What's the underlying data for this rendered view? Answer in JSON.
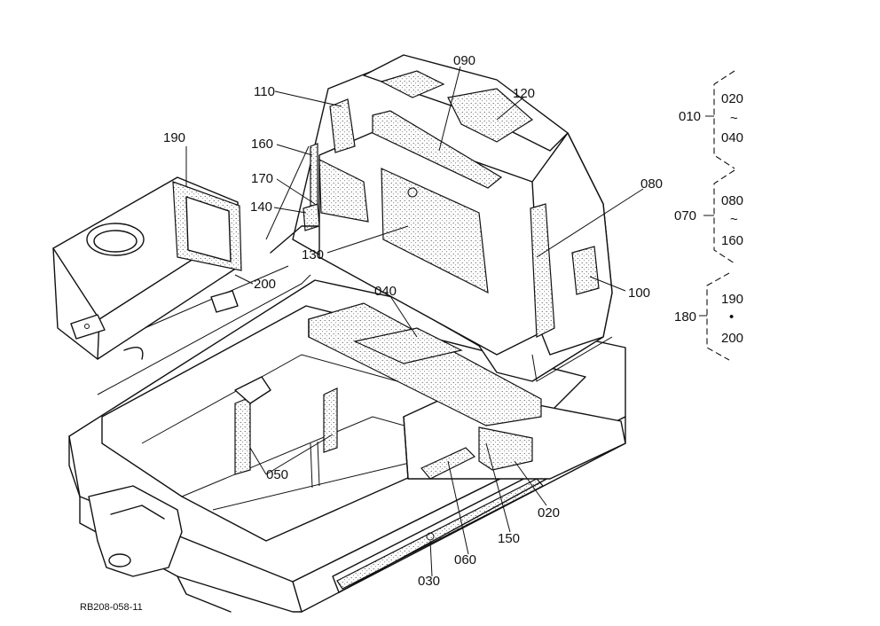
{
  "diagram_code": "RB208-058-11",
  "callouts": [
    {
      "id": "c090",
      "text": "090"
    },
    {
      "id": "c120",
      "text": "120"
    },
    {
      "id": "c110",
      "text": "110"
    },
    {
      "id": "c190",
      "text": "190"
    },
    {
      "id": "c160",
      "text": "160"
    },
    {
      "id": "c170",
      "text": "170"
    },
    {
      "id": "c140",
      "text": "140"
    },
    {
      "id": "c130",
      "text": "130"
    },
    {
      "id": "c080",
      "text": "080"
    },
    {
      "id": "c200",
      "text": "200"
    },
    {
      "id": "c040",
      "text": "040"
    },
    {
      "id": "c100",
      "text": "100"
    },
    {
      "id": "c050",
      "text": "050"
    },
    {
      "id": "c020",
      "text": "020"
    },
    {
      "id": "c150",
      "text": "150"
    },
    {
      "id": "c060",
      "text": "060"
    },
    {
      "id": "c030",
      "text": "030"
    }
  ],
  "groups": [
    {
      "parent": "010",
      "from": "020",
      "sep": "~",
      "to": "040"
    },
    {
      "parent": "070",
      "from": "080",
      "sep": "~",
      "to": "160"
    },
    {
      "parent": "180",
      "from": "190",
      "sep": "•",
      "to": "200"
    }
  ]
}
